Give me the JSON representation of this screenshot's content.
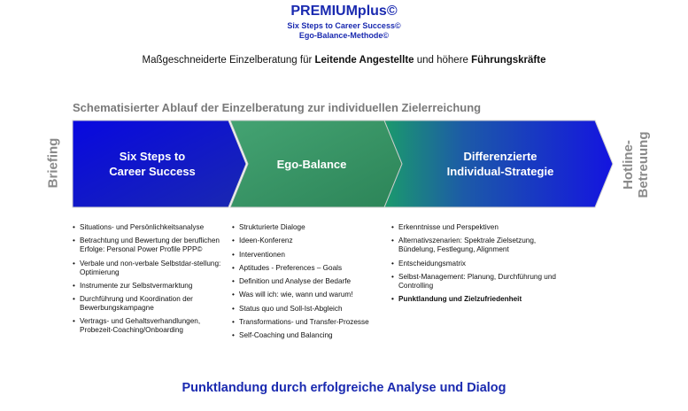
{
  "header": {
    "title": "PREMIUMplus©",
    "subtitle1": "Six Steps to Career Success©",
    "subtitle2": "Ego-Balance-Methode©",
    "tagline_part1": "Maßgeschneiderte Einzelberatung für ",
    "tagline_bold1": "Leitende Angestellte",
    "tagline_part2": " und höhere ",
    "tagline_bold2": "Führungskräfte"
  },
  "section_heading": "Schematisierter Ablauf der Einzelberatung zur individuellen Zielerreichung",
  "side_labels": {
    "left": "Briefing",
    "right_line1": "Hotline-",
    "right_line2": "Betreuung"
  },
  "steps": [
    {
      "line1": "Six Steps to",
      "line2": "Career Success",
      "color_start": "#0a0ad8",
      "color_end": "#1a28b0"
    },
    {
      "line1": "Ego-Balance",
      "line2": "",
      "color_start": "#3f9d6a",
      "color_end": "#2f8a5a"
    },
    {
      "line1": "Differenzierte",
      "line2": "Individual-Strategie",
      "color_start": "#1c9a6a",
      "color_end": "#1a1ad8"
    }
  ],
  "columns": [
    {
      "items": [
        "Situations- und Persönlichkeitsanalyse",
        "Betrachtung und Bewertung der beruflichen Erfolge: Personal Power Profile PPP©",
        "Verbale und non-verbale Selbstdar-stellung: Optimierung",
        "Instrumente zur Selbstvermarktung",
        "Durchführung und Koordination der Bewerbungskampagne",
        "Vertrags- und Gehaltsverhandlungen, Probezeit-Coaching/Onboarding"
      ]
    },
    {
      "items": [
        "Strukturierte Dialoge",
        "Ideen-Konferenz",
        "Interventionen",
        "Aptitudes - Preferences – Goals",
        "Definition und Analyse der Bedarfe",
        "Was will ich: wie, wann und warum!",
        "Status quo und Soll-Ist-Abgleich",
        "Transformations- und Transfer-Prozesse",
        "Self-Coaching und Balancing"
      ]
    },
    {
      "items": [
        "Erkenntnisse und Perspektiven",
        "Alternativszenarien: Spektrale Zielsetzung, Bündelung, Festlegung, Alignment",
        "Entscheidungsmatrix",
        "Selbst-Management: Planung, Durchführung und Controlling",
        "Punktlandung und Zielzufriedenheit"
      ],
      "bold_last": true
    }
  ],
  "footer": "Punktlandung durch erfolgreiche Analyse und Dialog",
  "colors": {
    "brand_blue": "#1a2ab0",
    "heading_gray": "#7a7a7a"
  }
}
